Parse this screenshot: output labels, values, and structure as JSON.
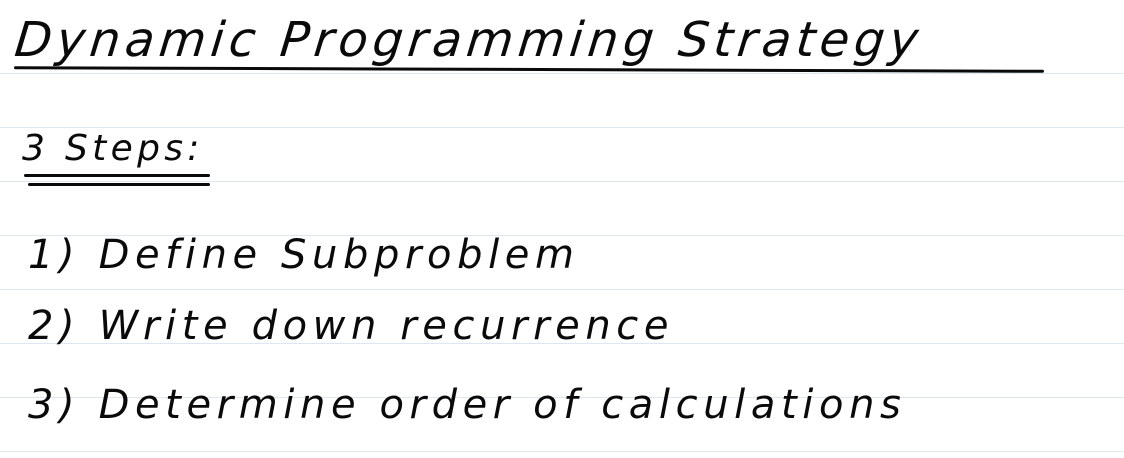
{
  "document": {
    "title": "Dynamic Programming Strategy",
    "steps_heading": "3 Steps:",
    "steps": [
      "1) Define Subproblem",
      "2) Write down recurrence",
      "3) Determine order of calculations"
    ]
  },
  "colors": {
    "ink": "#0a0a0a",
    "rule_line": "#dde7ef",
    "paper": "#ffffff"
  }
}
